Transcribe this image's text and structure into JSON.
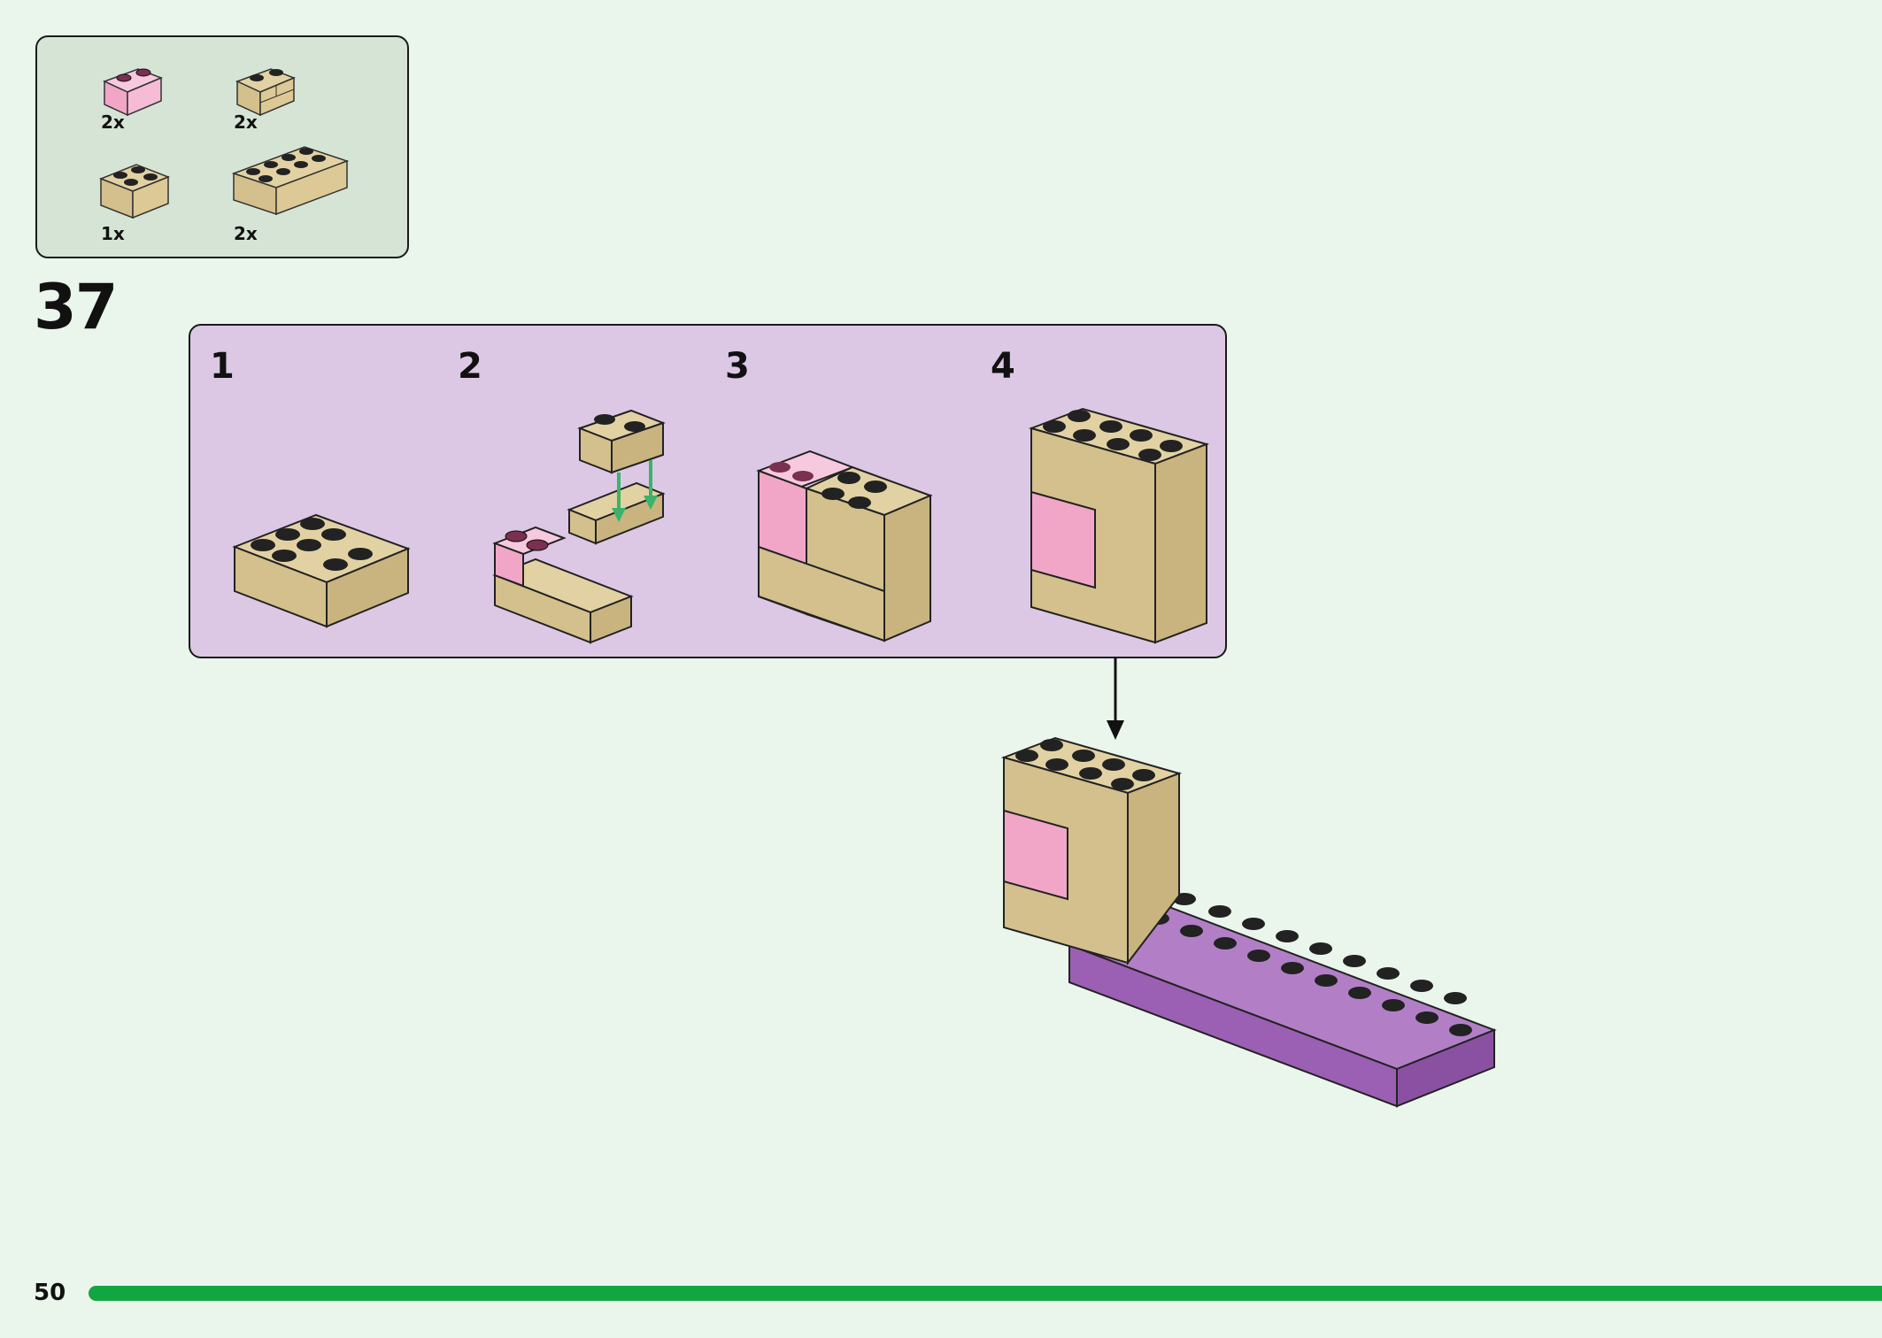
{
  "parts_list": {
    "items": [
      {
        "qty": "2x",
        "icon": "pink-transparent-slope-brick-icon"
      },
      {
        "qty": "2x",
        "icon": "tan-masonry-brick-icon"
      },
      {
        "qty": "1x",
        "icon": "tan-2x2-brick-icon"
      },
      {
        "qty": "2x",
        "icon": "tan-2x4-brick-icon"
      }
    ]
  },
  "step": {
    "number": "37"
  },
  "substeps": [
    {
      "label": "1"
    },
    {
      "label": "2"
    },
    {
      "label": "3"
    },
    {
      "label": "4"
    }
  ],
  "footer": {
    "page_number": "50"
  },
  "colors": {
    "background": "#eaf5ec",
    "parts_box": "#d6e4d6",
    "substep_box": "#dcc8e4",
    "tan": "#d4c08d",
    "pink": "#f1a6c8",
    "purple": "#9b5fb3",
    "arrow_green": "#3bb36a",
    "progress": "#11a63f"
  }
}
